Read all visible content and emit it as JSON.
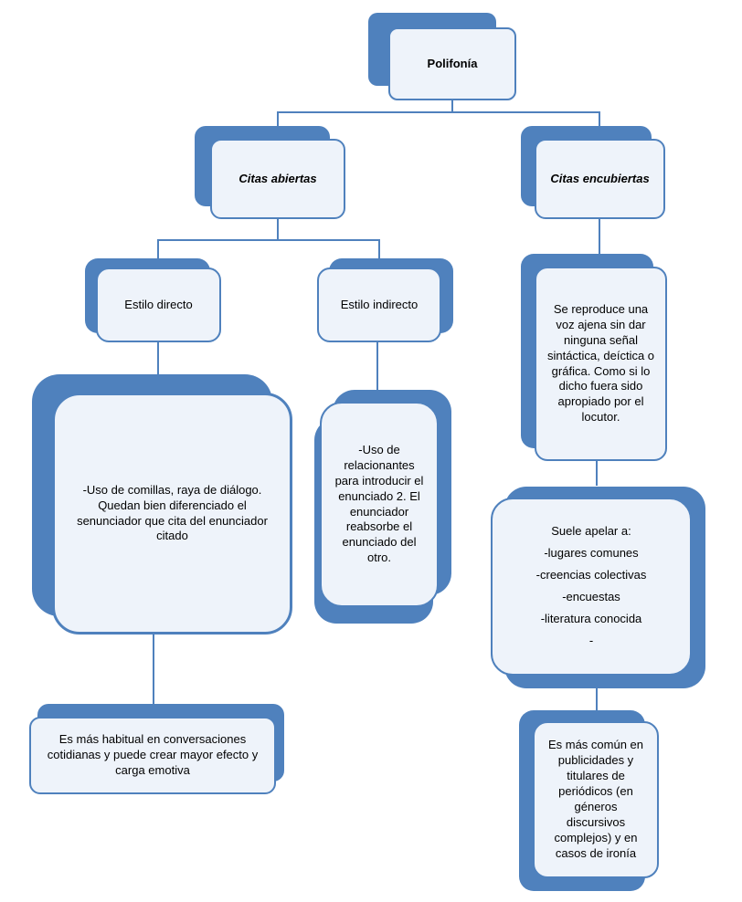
{
  "colors": {
    "accent": "#4f81bd",
    "box_border": "#4f81bd",
    "box_fill": "#eef3fa",
    "background": "#ffffff"
  },
  "nodes": {
    "root": {
      "label": "Polifonía"
    },
    "citas_abiertas": {
      "label": "Citas abiertas"
    },
    "citas_encubiertas": {
      "label": "Citas encubiertas"
    },
    "estilo_directo": {
      "label": "Estilo directo"
    },
    "estilo_indirecto": {
      "label": "Estilo indirecto"
    },
    "directo_desc": {
      "text": "-Uso de comillas, raya de diálogo. Quedan bien diferenciado el senunciador que cita del enunciador citado"
    },
    "indirecto_desc": {
      "text": "-Uso de relacionantes para introducir el enunciado 2. El enunciador reabsorbe el enunciado del otro."
    },
    "encubiertas_desc": {
      "text": "Se reproduce una voz ajena sin dar ninguna señal sintáctica, deíctica o gráfica. Como si lo dicho fuera sido apropiado por el locutor."
    },
    "suele_apelar": {
      "title": "Suele apelar a:",
      "items": [
        "-lugares comunes",
        "-creencias colectivas",
        "-encuestas",
        "-literatura conocida",
        "-"
      ]
    },
    "habitual": {
      "text": "Es más habitual en conversaciones cotidianas y puede crear  mayor efecto y carga emotiva"
    },
    "comun": {
      "text": "Es más común en publicidades y titulares de periódicos (en géneros discursivos complejos) y en casos de ironía"
    }
  }
}
